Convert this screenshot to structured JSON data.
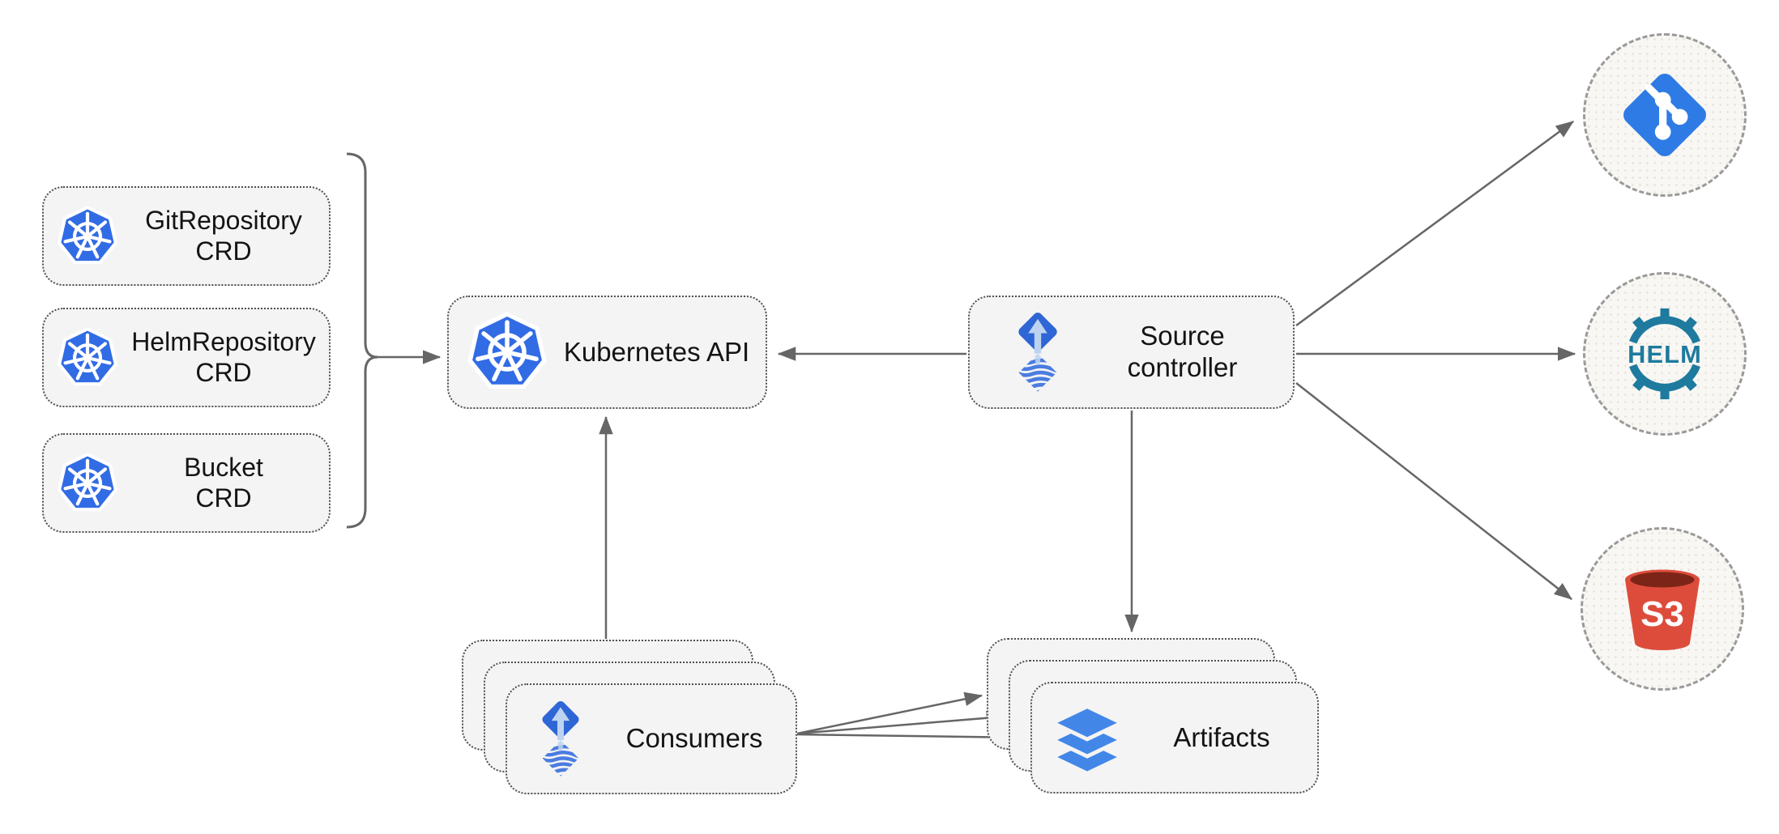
{
  "nodes": {
    "git_repository_crd": {
      "line1": "GitRepository",
      "line2": "CRD",
      "icon": "kubernetes-icon"
    },
    "helm_repository_crd": {
      "line1": "HelmRepository",
      "line2": "CRD",
      "icon": "kubernetes-icon"
    },
    "bucket_crd": {
      "line1": "Bucket",
      "line2": "CRD",
      "icon": "kubernetes-icon"
    },
    "kubernetes_api": {
      "label": "Kubernetes API",
      "icon": "kubernetes-icon"
    },
    "source_controller": {
      "line1": "Source",
      "line2": "controller",
      "icon": "flux-icon"
    },
    "consumers": {
      "label": "Consumers",
      "icon": "flux-icon",
      "stacked": true
    },
    "artifacts": {
      "label": "Artifacts",
      "icon": "layers-icon",
      "stacked": true
    },
    "git_server": {
      "icon": "git-icon"
    },
    "helm_repository": {
      "icon": "helm-icon",
      "label": "HELM"
    },
    "s3_bucket": {
      "icon": "s3-icon",
      "label": "S3"
    }
  },
  "edges": [
    {
      "from": "crd-group",
      "to": "kubernetes_api"
    },
    {
      "from": "source_controller",
      "to": "kubernetes_api"
    },
    {
      "from": "consumers",
      "to": "kubernetes_api"
    },
    {
      "from": "source_controller",
      "to": "artifacts"
    },
    {
      "from": "consumers",
      "to": "artifacts",
      "count": 3
    },
    {
      "from": "source_controller",
      "to": "git_server"
    },
    {
      "from": "source_controller",
      "to": "helm_repository"
    },
    {
      "from": "source_controller",
      "to": "s3_bucket"
    }
  ],
  "colors": {
    "kubernetes_blue": "#326ce5",
    "flux_blue": "#2f66d6",
    "flux_arrow_light": "#bdd3f0",
    "layers_blue": "#4287e8",
    "helm_teal": "#1e7a9e",
    "git_blue": "#2e7be5",
    "s3_red": "#dd4c3b",
    "s3_dark": "#7c2417",
    "arrow_gray": "#666666",
    "box_fill": "#f4f4f4",
    "box_border": "#4f4f4f",
    "circle_border": "#9a9a9a"
  }
}
